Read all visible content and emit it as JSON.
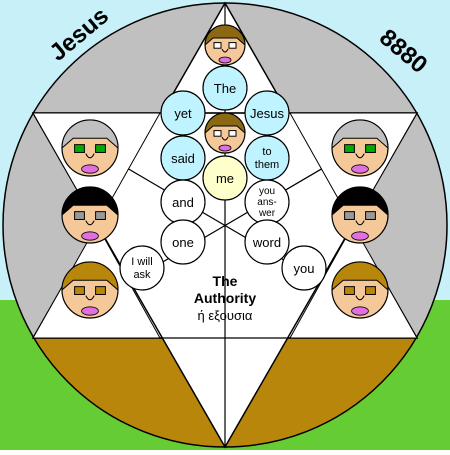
{
  "colors": {
    "sky": "#c8f0f8",
    "grass": "#66cc33",
    "disk_gray": "#c0c0c0",
    "earth": "#b8860b",
    "bubble_blue": "#bff3ff",
    "bubble_white": "#ffffff",
    "bubble_cream": "#ffffcc",
    "outline": "#000000"
  },
  "corner_left": "Jesus",
  "corner_right": "8880",
  "center_title": "The",
  "center_title2": "Authority",
  "center_greek": "ή εξουσια",
  "words": {
    "the": "The",
    "yet": "yet",
    "jesus": "Jesus",
    "said": "said",
    "to_line1": "to",
    "to_line2": "them",
    "me": "me",
    "and": "and",
    "you_answer_1": "you",
    "you_answer_2": "ans-",
    "you_answer_3": "wer",
    "one": "one",
    "word": "word",
    "i_will_1": "I will",
    "i_will_2": "ask",
    "you": "you"
  },
  "icons": {
    "faces": "face-icon",
    "eyes": "eye-icon"
  }
}
